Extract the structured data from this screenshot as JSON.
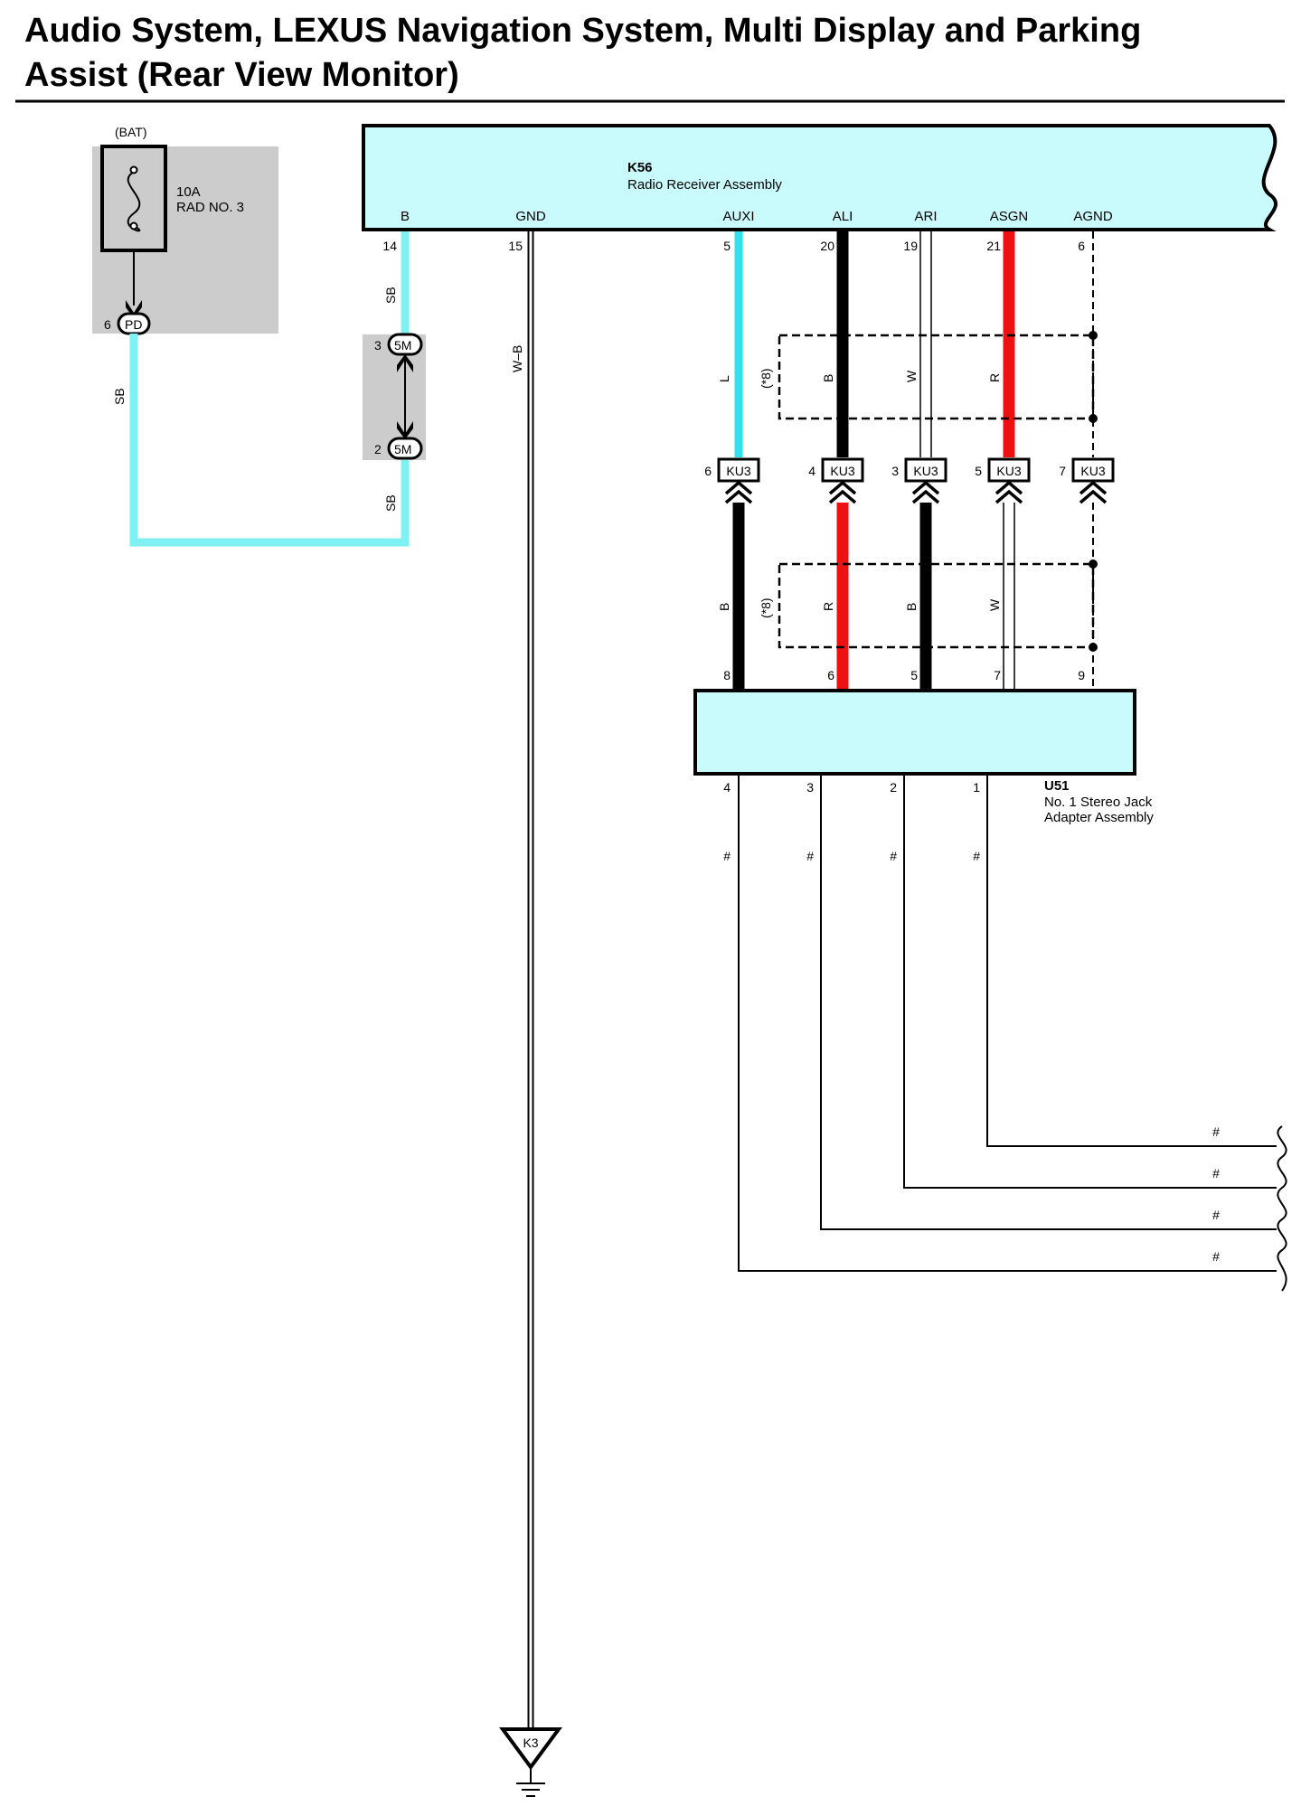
{
  "title": {
    "line1": "Audio System, LEXUS Navigation System, Multi Display and Parking",
    "line2": "Assist (Rear View Monitor)"
  },
  "fuse": {
    "source": "(BAT)",
    "rating": "10A",
    "name": "RAD NO. 3",
    "connector": "PD",
    "pin": "6",
    "wire_color": "SB"
  },
  "junction_5m": {
    "connector": "5M",
    "pin_top": "3",
    "pin_bottom": "2",
    "wire_above": "SB",
    "wire_below": "SB"
  },
  "radio_receiver": {
    "id": "K56",
    "name": "Radio Receiver Assembly",
    "terminals": [
      {
        "label": "B",
        "pin": "14"
      },
      {
        "label": "GND",
        "pin": "15"
      },
      {
        "label": "AUXI",
        "pin": "5"
      },
      {
        "label": "ALI",
        "pin": "20"
      },
      {
        "label": "ARI",
        "pin": "19"
      },
      {
        "label": "ASGN",
        "pin": "21"
      },
      {
        "label": "AGND",
        "pin": "6"
      }
    ]
  },
  "ground": {
    "wire_color": "W–B",
    "point": "K3"
  },
  "ku3_connector": {
    "name": "KU3",
    "pins": [
      "6",
      "4",
      "3",
      "5",
      "7"
    ]
  },
  "upper_wire_colors": [
    "L",
    "B",
    "W",
    "R"
  ],
  "lower_wire_colors": [
    "B",
    "R",
    "B",
    "W"
  ],
  "shield_note": "(*8)",
  "stereo_jack": {
    "id": "U51",
    "name_line1": "No. 1 Stereo Jack",
    "name_line2": "Adapter Assembly",
    "top_pins": [
      "8",
      "6",
      "5",
      "7",
      "9"
    ],
    "bottom_pins": [
      "4",
      "3",
      "2",
      "1"
    ]
  },
  "unspecified_wire_mark": "#",
  "colors": {
    "sky_blue": "#7ff1f3",
    "blue": "#33e1ec",
    "red": "#ee1111",
    "black": "#000000",
    "component_fill": "#c9fbfc",
    "grey_box": "#cccccc"
  }
}
